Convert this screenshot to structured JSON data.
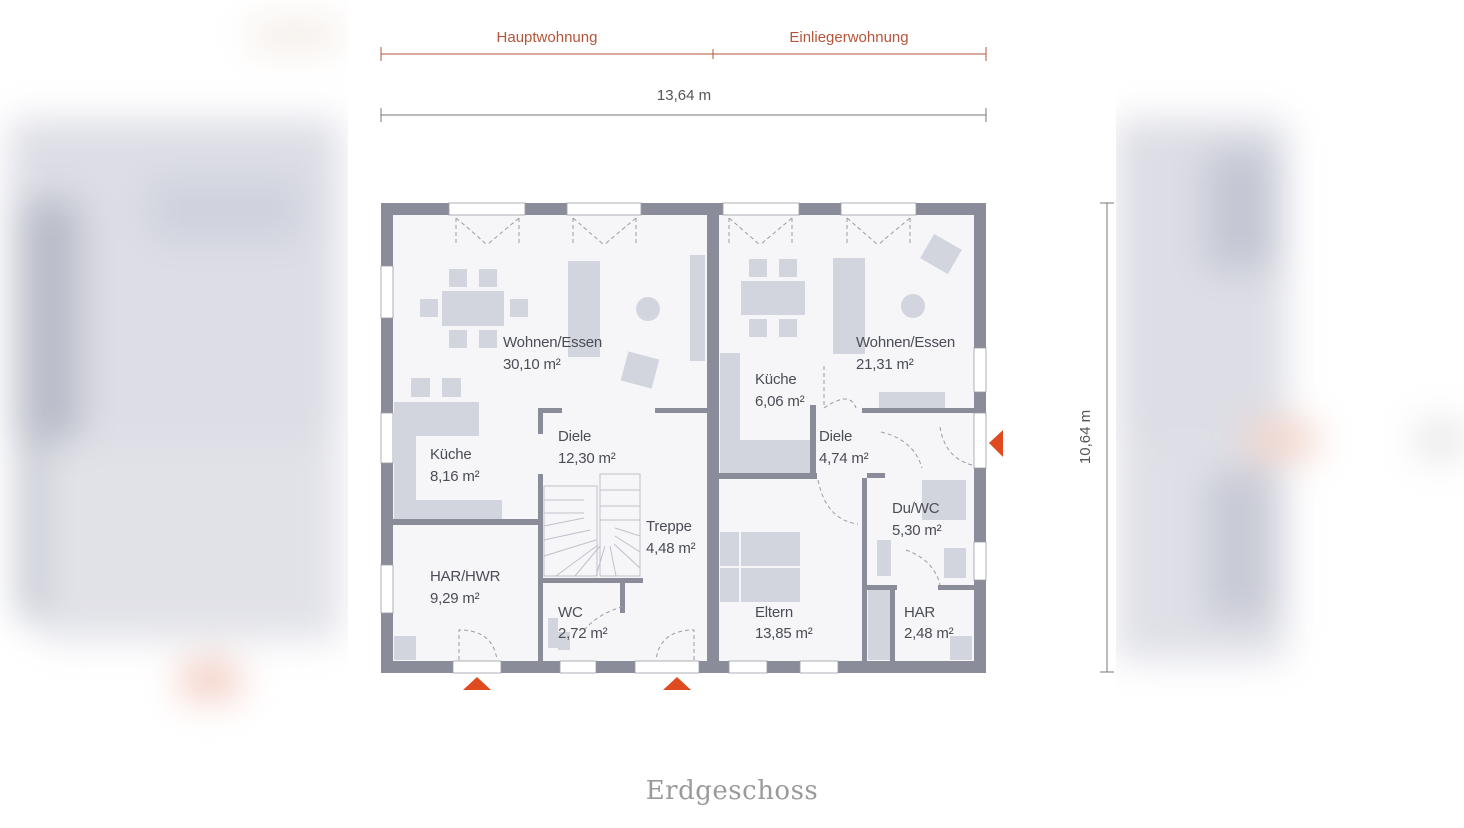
{
  "title": "Erdgeschoss",
  "sections": {
    "left_label": "Hauptwohnung",
    "right_label": "Einliegerwohnung",
    "total_width": "13,64 m",
    "total_depth": "10,64 m"
  },
  "rooms": [
    {
      "name": "Wohnen/Essen",
      "area": "30,10 m²",
      "unit": "Hauptwohnung"
    },
    {
      "name": "Küche",
      "area": "8,16 m²",
      "unit": "Hauptwohnung"
    },
    {
      "name": "Diele",
      "area": "12,30 m²",
      "unit": "Hauptwohnung"
    },
    {
      "name": "Treppe",
      "area": "4,48 m²",
      "unit": "Hauptwohnung"
    },
    {
      "name": "HAR/HWR",
      "area": "9,29 m²",
      "unit": "Hauptwohnung"
    },
    {
      "name": "WC",
      "area": "2,72 m²",
      "unit": "Hauptwohnung"
    },
    {
      "name": "Wohnen/Essen",
      "area": "21,31 m²",
      "unit": "Einliegerwohnung"
    },
    {
      "name": "Küche",
      "area": "6,06 m²",
      "unit": "Einliegerwohnung"
    },
    {
      "name": "Diele",
      "area": "4,74 m²",
      "unit": "Einliegerwohnung"
    },
    {
      "name": "Du/WC",
      "area": "5,30 m²",
      "unit": "Einliegerwohnung"
    },
    {
      "name": "Eltern",
      "area": "13,85 m²",
      "unit": "Einliegerwohnung"
    },
    {
      "name": "HAR",
      "area": "2,48 m²",
      "unit": "Einliegerwohnung"
    }
  ],
  "entrances": [
    {
      "icon": "entrance-arrow-icon",
      "location": "bottom-left HAR/HWR"
    },
    {
      "icon": "entrance-arrow-icon",
      "location": "bottom Diele"
    },
    {
      "icon": "entrance-arrow-icon",
      "location": "right Einlieger Diele"
    }
  ],
  "colors": {
    "wall": "#8a8d99",
    "floor": "#f6f6f9",
    "furniture": "#d3d5de",
    "accent": "#e04a1f",
    "section_text": "#b5553a"
  }
}
